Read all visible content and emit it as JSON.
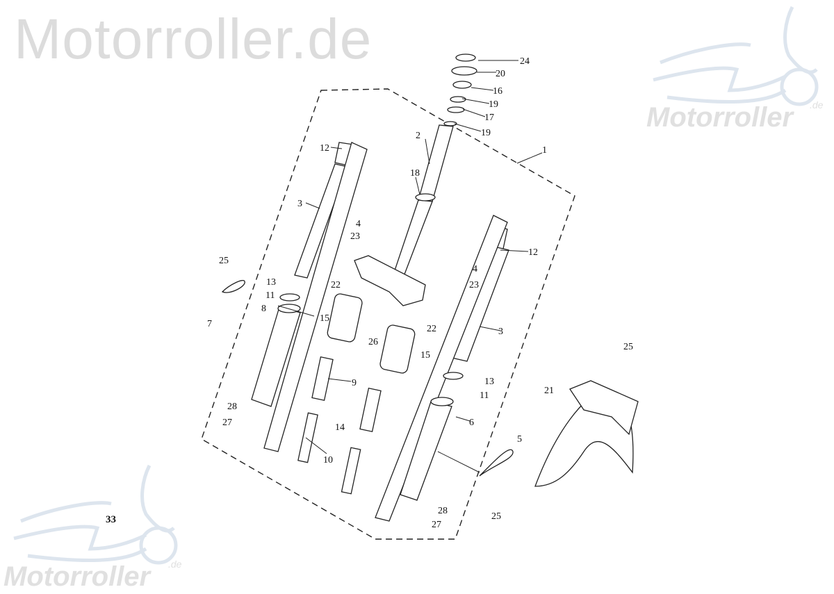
{
  "watermark": {
    "site_title": "Motorroller.de",
    "logo_text": "Motorroller",
    "logo_suffix": ".de"
  },
  "page_number": "33",
  "callouts": [
    "24",
    "20",
    "16",
    "19",
    "17",
    "19",
    "2",
    "1",
    "12",
    "18",
    "3",
    "4",
    "23",
    "4",
    "23",
    "12",
    "25",
    "13",
    "11",
    "8",
    "7",
    "22",
    "15",
    "26",
    "22",
    "15",
    "3",
    "9",
    "13",
    "11",
    "28",
    "27",
    "14",
    "6",
    "10",
    "5",
    "25",
    "21",
    "28",
    "25",
    "27"
  ]
}
